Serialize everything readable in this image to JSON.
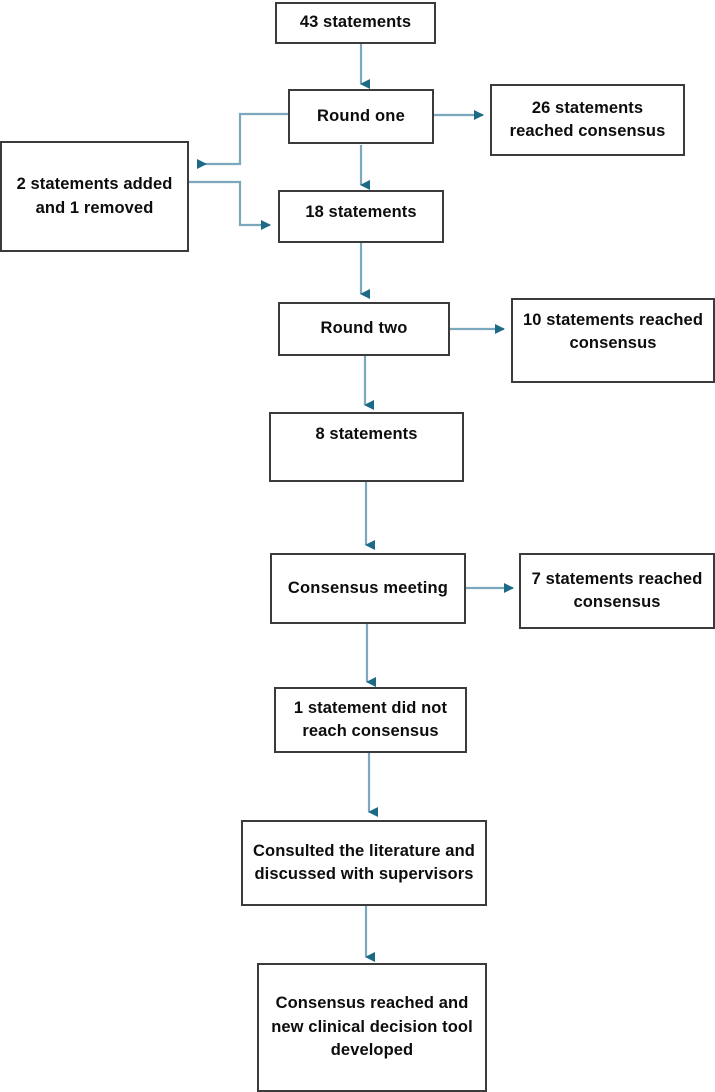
{
  "diagram": {
    "title": "Delphi consensus process flowchart",
    "type": "flowchart",
    "colors": {
      "box_border": "#3b3b3b",
      "box_fill": "#ffffff",
      "text": "#0d0d0d",
      "connector_line": "#7ba8bd",
      "arrow_head": "#1d6a86"
    },
    "nodes": [
      {
        "id": "n43",
        "label": "43 statements"
      },
      {
        "id": "round1",
        "label": "Round one"
      },
      {
        "id": "c26",
        "label": "26 statements reached consensus"
      },
      {
        "id": "added",
        "label": "2 statements added and 1 removed"
      },
      {
        "id": "n18",
        "label": "18 statements"
      },
      {
        "id": "round2",
        "label": "Round two"
      },
      {
        "id": "c10",
        "label": "10 statements reached consensus"
      },
      {
        "id": "n8",
        "label": "8 statements"
      },
      {
        "id": "meeting",
        "label": "Consensus meeting"
      },
      {
        "id": "c7",
        "label": "7 statements reached consensus"
      },
      {
        "id": "noconsen",
        "label": "1 statement did not reach consensus"
      },
      {
        "id": "consulted",
        "label": "Consulted the literature and discussed with supervisors"
      },
      {
        "id": "final",
        "label": "Consensus reached and new clinical decision tool developed"
      }
    ],
    "edges": [
      {
        "from": "n43",
        "to": "round1",
        "kind": "straight-down"
      },
      {
        "from": "round1",
        "to": "c26",
        "kind": "straight-right"
      },
      {
        "from": "round1",
        "to": "added",
        "kind": "elbow-left"
      },
      {
        "from": "round1",
        "to": "n18",
        "kind": "straight-down"
      },
      {
        "from": "added",
        "to": "n18",
        "kind": "elbow-right"
      },
      {
        "from": "n18",
        "to": "round2",
        "kind": "straight-down"
      },
      {
        "from": "round2",
        "to": "c10",
        "kind": "straight-right"
      },
      {
        "from": "round2",
        "to": "n8",
        "kind": "straight-down"
      },
      {
        "from": "n8",
        "to": "meeting",
        "kind": "straight-down"
      },
      {
        "from": "meeting",
        "to": "c7",
        "kind": "straight-right"
      },
      {
        "from": "meeting",
        "to": "noconsen",
        "kind": "straight-down"
      },
      {
        "from": "noconsen",
        "to": "consulted",
        "kind": "straight-down"
      },
      {
        "from": "consulted",
        "to": "final",
        "kind": "straight-down"
      }
    ]
  }
}
